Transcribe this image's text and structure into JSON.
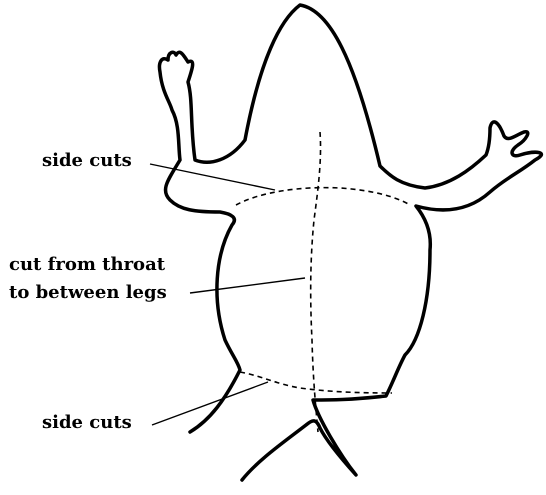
{
  "labels": {
    "side_cuts_top": "side cuts",
    "cut_line_1": "cut from throat",
    "cut_line_2": "to between legs",
    "side_cuts_bottom": "side cuts"
  },
  "colors": {
    "ink": "#000000",
    "background": "#ffffff"
  }
}
